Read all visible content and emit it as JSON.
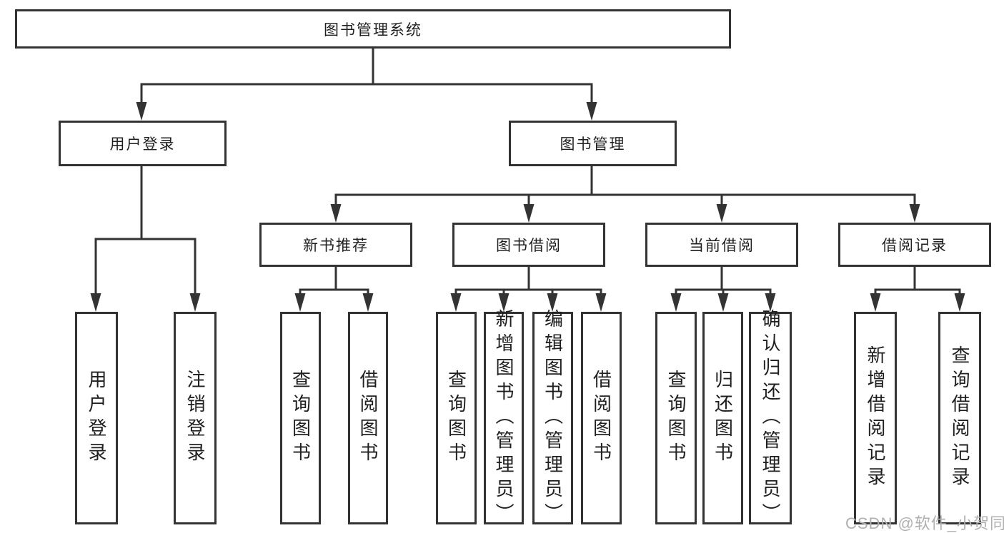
{
  "diagram": {
    "root": {
      "label": "图书管理系统"
    },
    "branches": [
      {
        "label": "用户登录",
        "children": [
          {
            "label": "用户登录"
          },
          {
            "label": "注销登录"
          }
        ]
      },
      {
        "label": "图书管理",
        "children": [
          {
            "label": "新书推荐",
            "children": [
              {
                "label": "查询图书"
              },
              {
                "label": "借阅图书"
              }
            ]
          },
          {
            "label": "图书借阅",
            "children": [
              {
                "label": "查询图书"
              },
              {
                "label": "新增图书（管理员）"
              },
              {
                "label": "编辑图书（管理员）"
              },
              {
                "label": "借阅图书"
              }
            ]
          },
          {
            "label": "当前借阅",
            "children": [
              {
                "label": "查询图书"
              },
              {
                "label": "归还图书"
              },
              {
                "label": "确认归还（管理员）"
              }
            ]
          },
          {
            "label": "借阅记录",
            "children": [
              {
                "label": "新增借阅记录"
              },
              {
                "label": "查询借阅记录"
              }
            ]
          }
        ]
      }
    ]
  },
  "watermark": "CSDN @软件_小贺同学",
  "colors": {
    "line": "#333333",
    "box_border": "#333333",
    "text": "#1f1f1f",
    "watermark": "#b0b0b0",
    "background": "#ffffff"
  }
}
